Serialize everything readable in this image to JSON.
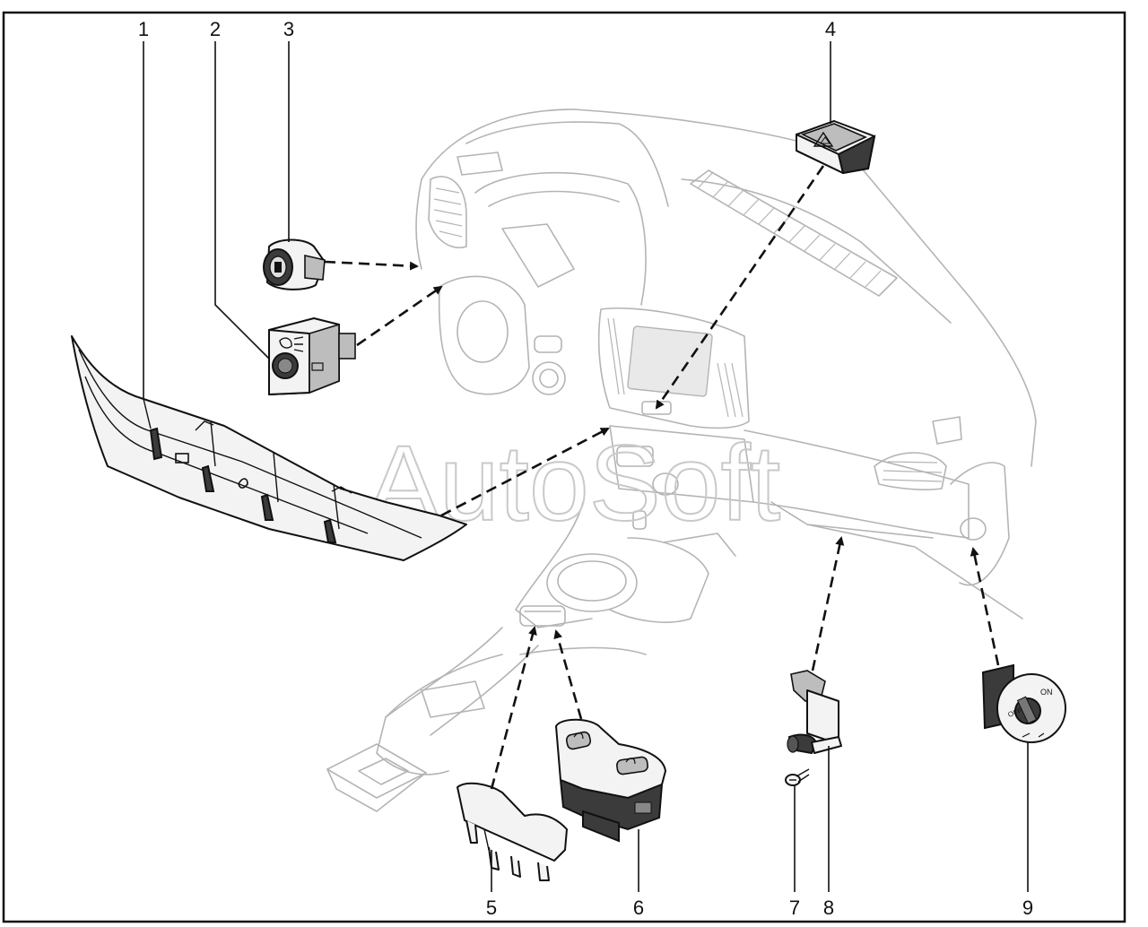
{
  "watermark": "AutoSoft",
  "callouts": [
    {
      "id": "1",
      "label": "1"
    },
    {
      "id": "2",
      "label": "2"
    },
    {
      "id": "3",
      "label": "3"
    },
    {
      "id": "4",
      "label": "4"
    },
    {
      "id": "5",
      "label": "5"
    },
    {
      "id": "6",
      "label": "6"
    },
    {
      "id": "7",
      "label": "7"
    },
    {
      "id": "8",
      "label": "8"
    },
    {
      "id": "9",
      "label": "9"
    }
  ],
  "switch_markings": {
    "on": "ON",
    "off": "OFF"
  },
  "icons": [
    "hazard-triangle-icon",
    "headlight-icon",
    "seat-heater-icon"
  ]
}
